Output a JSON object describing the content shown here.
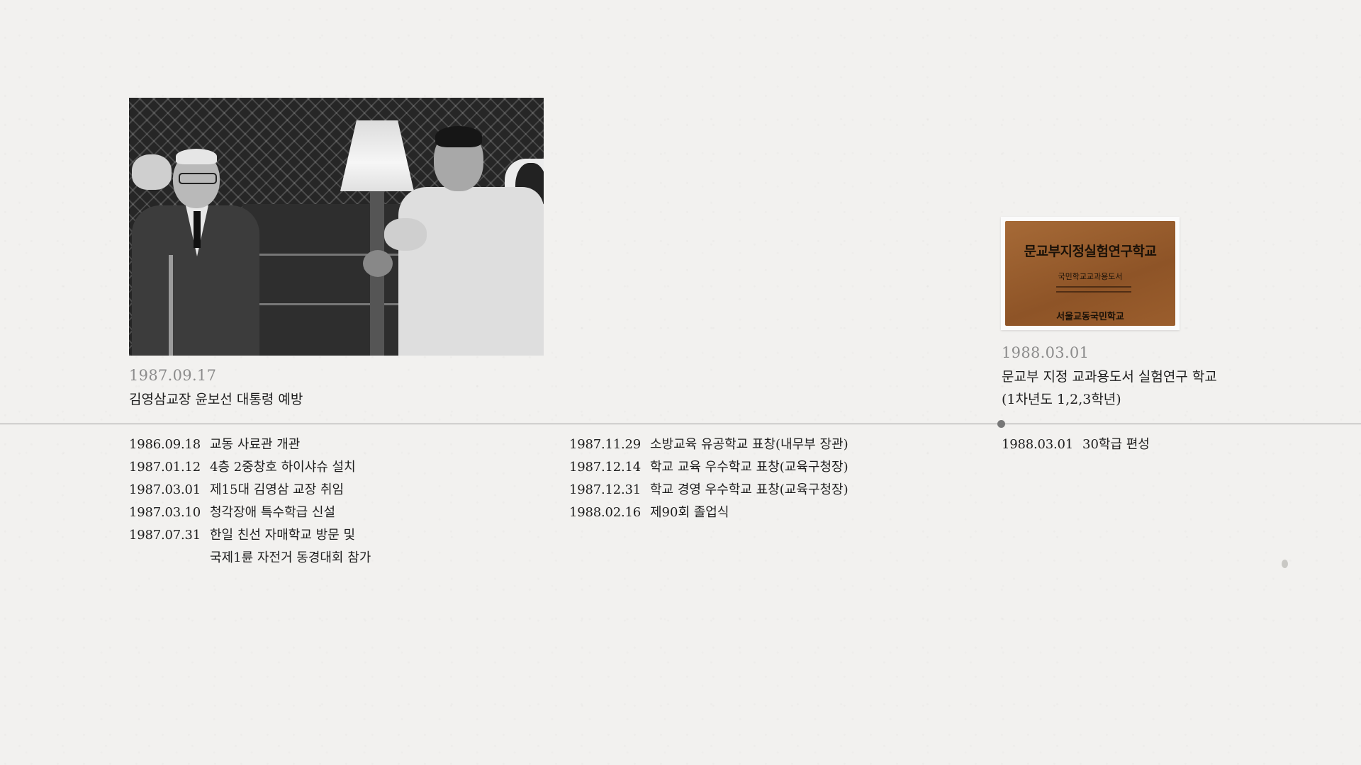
{
  "features": {
    "photo_1987": {
      "date": "1987.09.17",
      "caption": "김영삼교장 윤보선 대통령 예방",
      "image": "photo-president-visit"
    },
    "plaque_1988": {
      "date": "1988.03.01",
      "caption_line1": "문교부 지정 교과용도서 실험연구 학교",
      "caption_line2": "(1차년도 1,2,3학년)",
      "plaque_title": "문교부지정실험연구학교",
      "plaque_subtitle": "국민학교교과용도서",
      "plaque_school": "서울교동국민학교",
      "plaque_color": "#9b5e2d"
    }
  },
  "timeline": {
    "columns": [
      {
        "events": [
          {
            "date": "1986.09.18",
            "desc": "교동 사료관 개관"
          },
          {
            "date": "1987.01.12",
            "desc": "4층 2중창호 하이샤슈 설치"
          },
          {
            "date": "1987.03.01",
            "desc": "제15대 김영삼 교장 취임"
          },
          {
            "date": "1987.03.10",
            "desc": "청각장애 특수학급 신설"
          },
          {
            "date": "1987.07.31",
            "desc": "한일 친선 자매학교 방문 및",
            "desc2": "국제1륜 자전거 동경대회 참가"
          }
        ]
      },
      {
        "events": [
          {
            "date": "1987.11.29",
            "desc": "소방교육 유공학교 표창(내무부 장관)"
          },
          {
            "date": "1987.12.14",
            "desc": "학교 교육 우수학교 표창(교육구청장)"
          },
          {
            "date": "1987.12.31",
            "desc": "학교 경영 우수학교 표창(교육구청장)"
          },
          {
            "date": "1988.02.16",
            "desc": "제90회 졸업식"
          }
        ]
      },
      {
        "events": [
          {
            "date": "1988.03.01",
            "desc": "30학급 편성"
          }
        ]
      }
    ]
  }
}
